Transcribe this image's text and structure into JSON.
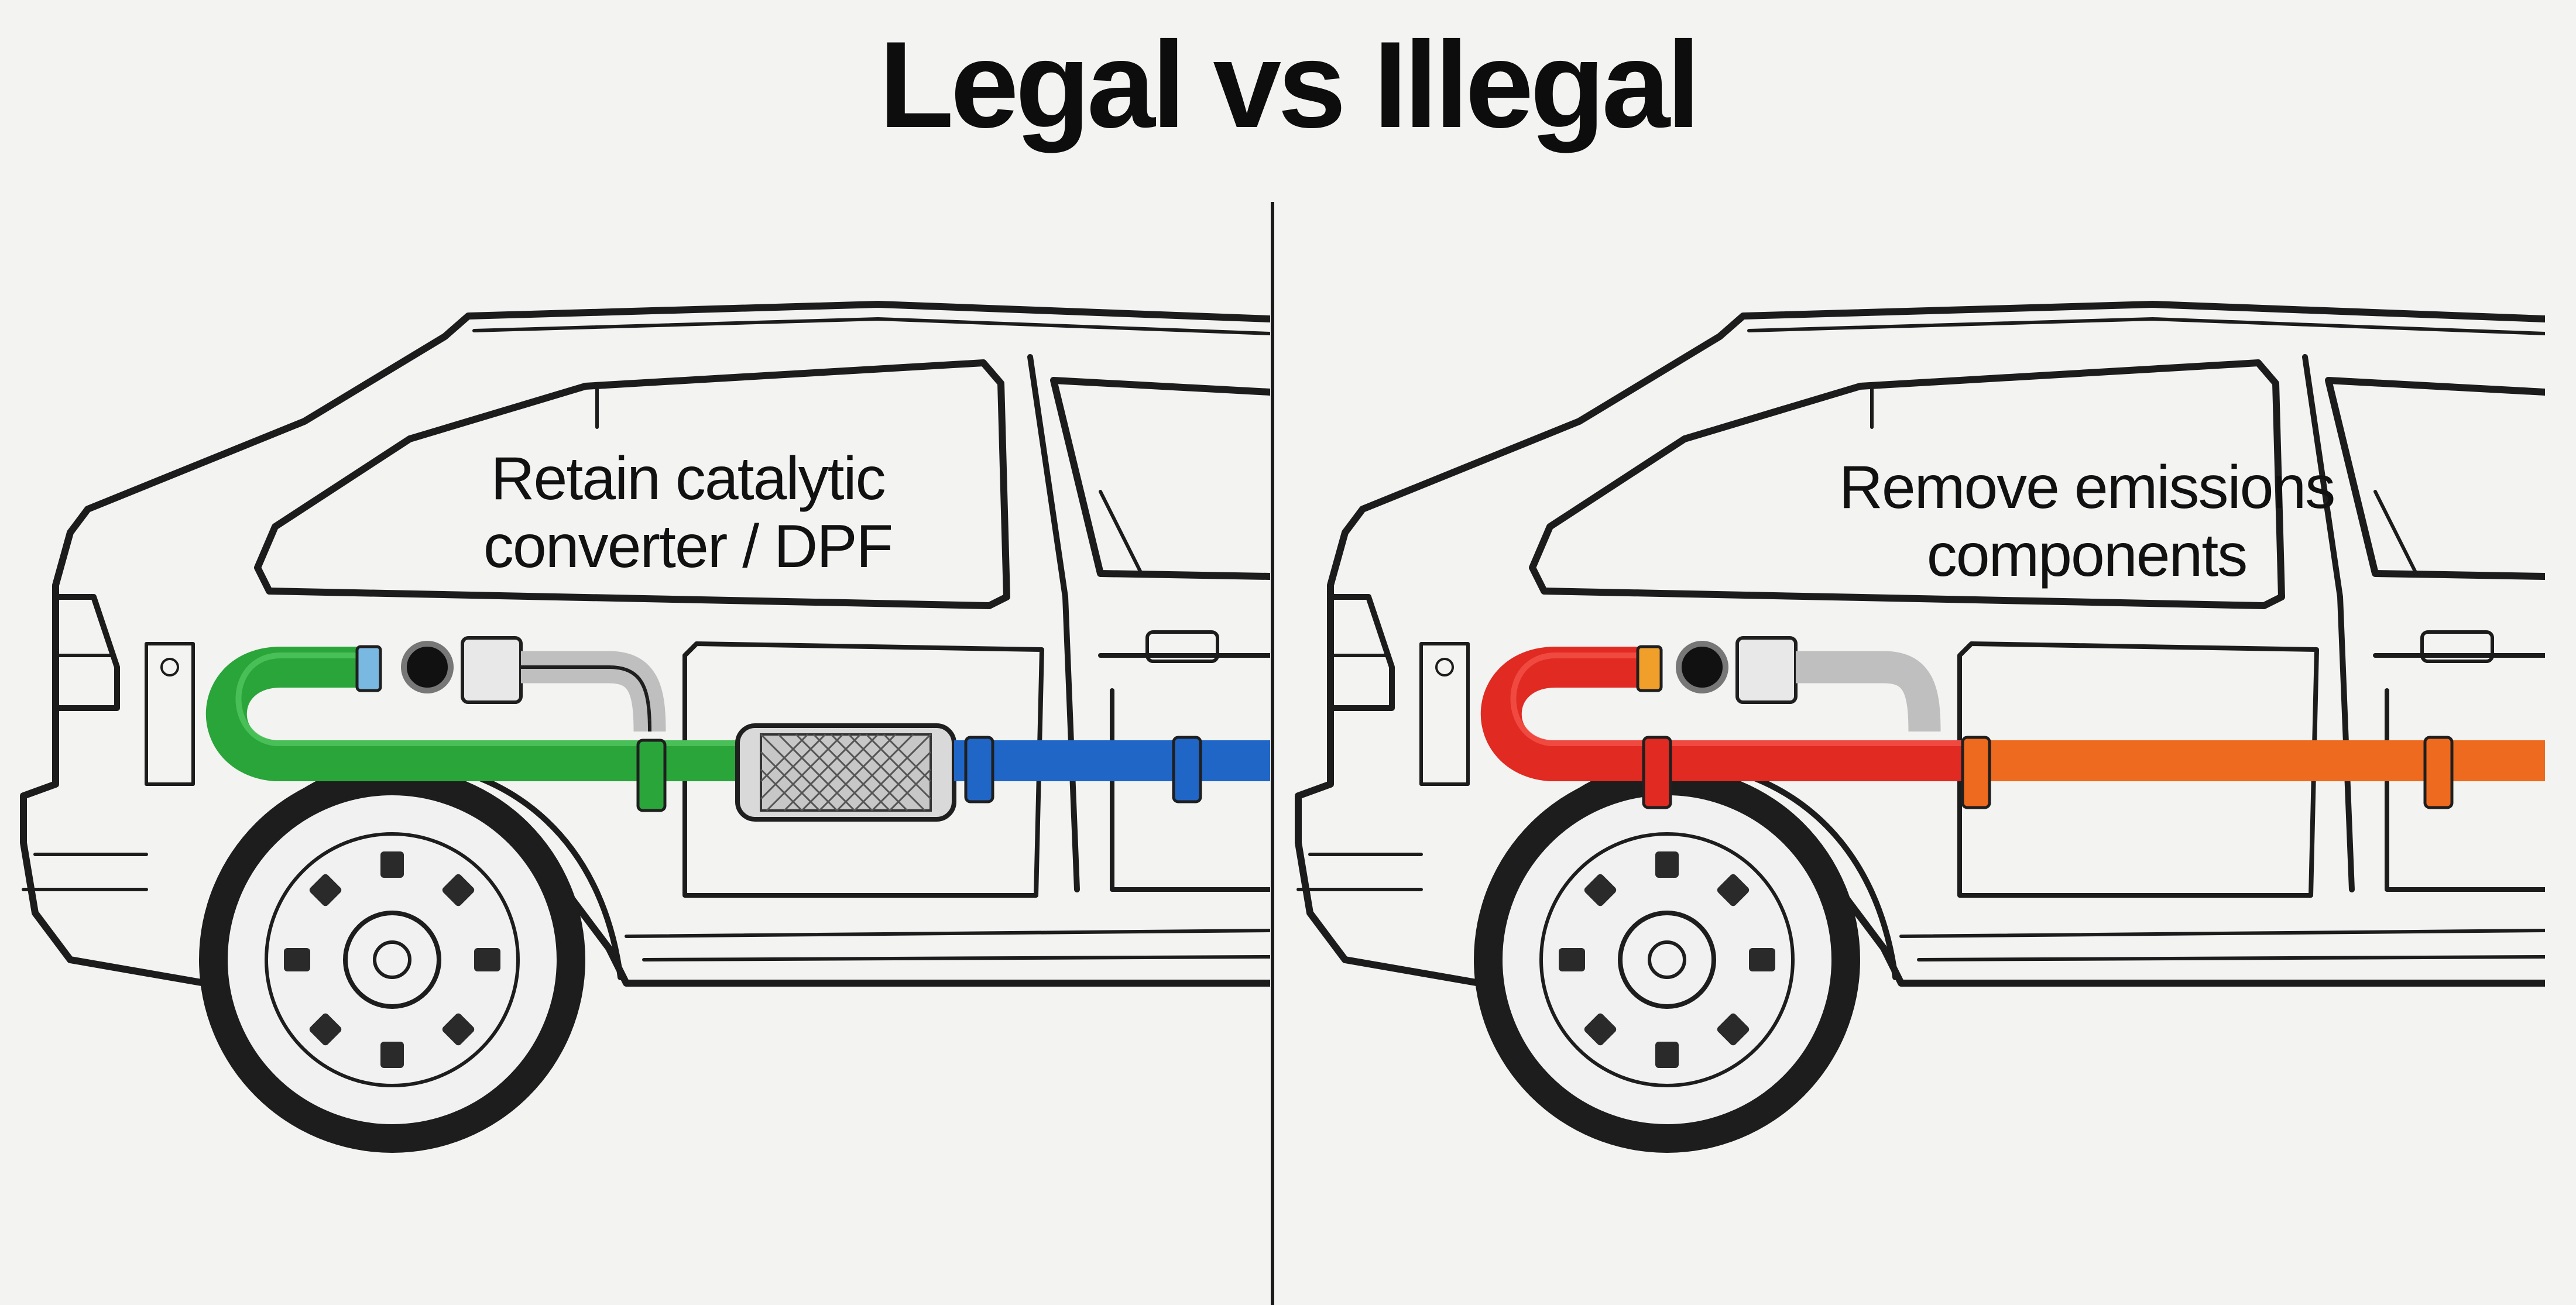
{
  "title": "Legal vs Illegal",
  "panels": {
    "legal": {
      "caption_line1": "Retain catalytic",
      "caption_line2": "converter / DPF",
      "exhaust_colors": {
        "front": "#2aa53a",
        "rear": "#1f66c7"
      },
      "components": [
        "exhaust-pipe",
        "catalytic-converter-dpf"
      ]
    },
    "illegal": {
      "caption_line1": "Remove emissions",
      "caption_line2": "components",
      "exhaust_colors": {
        "front": "#e02a22",
        "rear": "#ee6a1e"
      },
      "components": [
        "exhaust-pipe"
      ]
    }
  }
}
